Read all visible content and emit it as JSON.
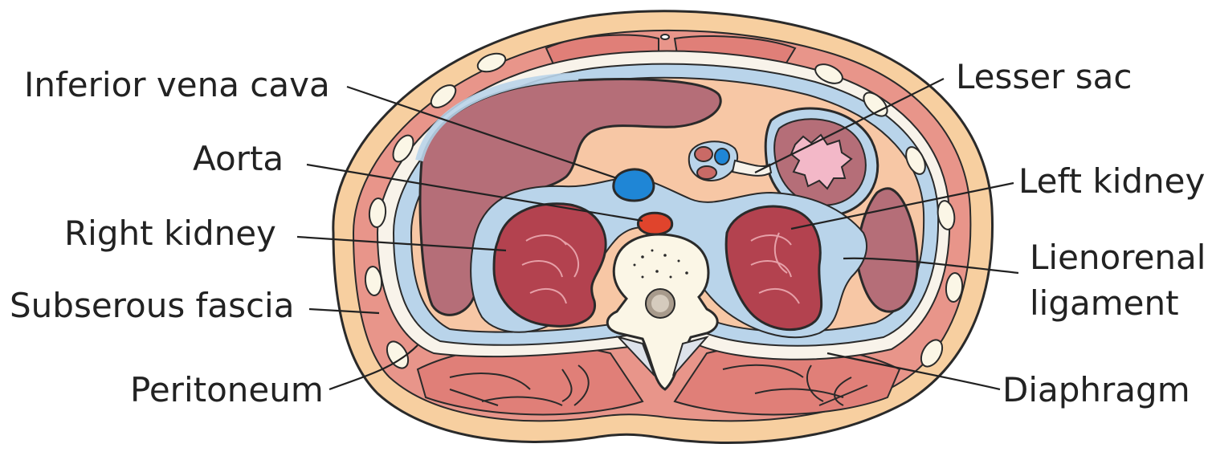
{
  "figure": {
    "subject": "axial cross-section of the posterior abdominal wall at the level of the kidneys"
  },
  "labels": {
    "ivc": "Inferior vena cava",
    "aorta": "Aorta",
    "right_kidney": "Right kidney",
    "subserous_fascia": "Subserous fascia",
    "peritoneum": "Peritoneum",
    "lesser_sac": "Lesser sac",
    "left_kidney": "Left kidney",
    "lienorenal_line1": "Lienorenal",
    "lienorenal_line2": "ligament",
    "diaphragm": "Diaphragm"
  },
  "colors": {
    "skin": "#f7cfa0",
    "muscle": "#e8958a",
    "muscle_dark": "#c96a66",
    "peritoneum_blue": "#b9d4ea",
    "fascia": "#f8f3ea",
    "cavity": "#f7c7a5",
    "organ": "#b56e78",
    "kidney": "#b3424f",
    "ivc": "#1f86d6",
    "aorta": "#e0442c",
    "bone": "#fbf6e6",
    "stomach_inner": "#f3b8c8"
  }
}
